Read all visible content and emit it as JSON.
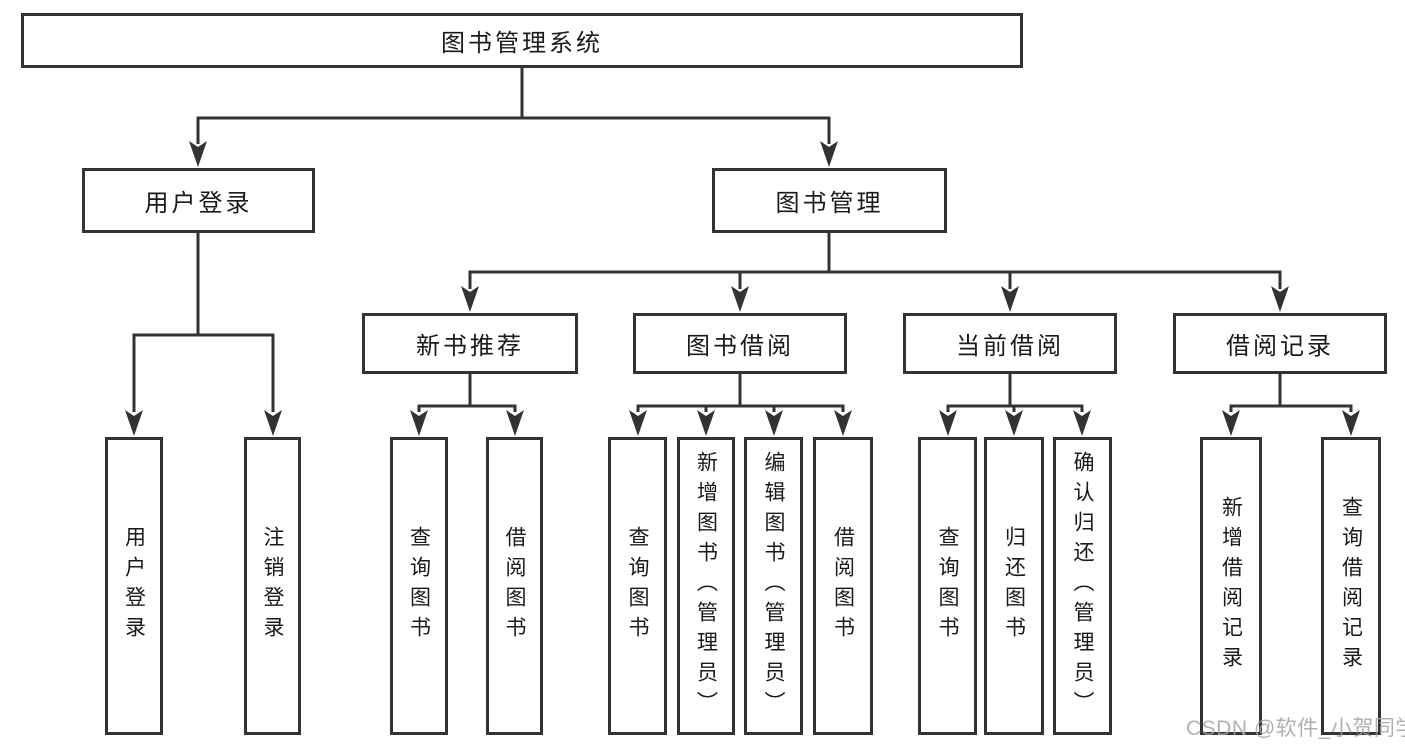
{
  "tree": {
    "root": "图书管理系统",
    "children": [
      {
        "label": "用户登录",
        "children": [
          "用户登录",
          "注销登录"
        ]
      },
      {
        "label": "图书管理",
        "children": [
          {
            "label": "新书推荐",
            "children": [
              "查询图书",
              "借阅图书"
            ]
          },
          {
            "label": "图书借阅",
            "children": [
              "查询图书",
              "新增图书（管理员）",
              "编辑图书（管理员）",
              "借阅图书"
            ]
          },
          {
            "label": "当前借阅",
            "children": [
              "查询图书",
              "归还图书",
              "确认归还（管理员）"
            ]
          },
          {
            "label": "借阅记录",
            "children": [
              "新增借阅记录",
              "查询借阅记录"
            ]
          }
        ]
      }
    ]
  },
  "watermark": {
    "text": "CSDN @软件_小贺同学"
  },
  "colors": {
    "line": "#333333",
    "border": "#333333",
    "text": "#1a1a1a",
    "watermark": "#a0a4a8",
    "background": "#ffffff"
  }
}
